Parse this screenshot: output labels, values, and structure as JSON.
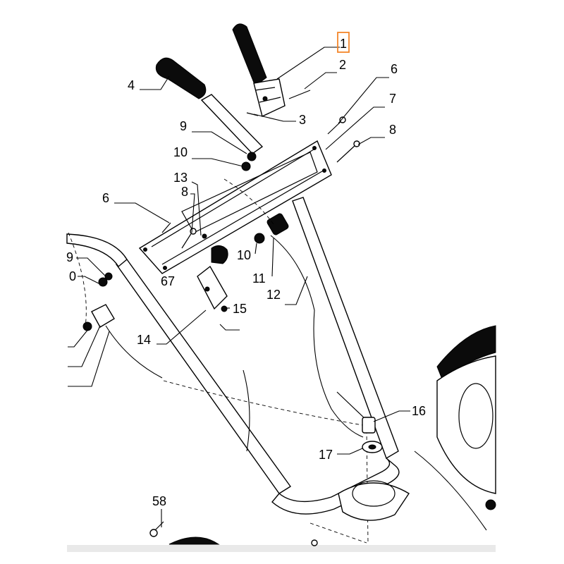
{
  "diagram": {
    "highlight_color": "#f4862a",
    "labels": [
      {
        "id": "p1",
        "text": "1",
        "highlighted": true
      },
      {
        "id": "p2",
        "text": "2"
      },
      {
        "id": "p3",
        "text": "3"
      },
      {
        "id": "p4",
        "text": "4"
      },
      {
        "id": "p6a",
        "text": "6"
      },
      {
        "id": "p7",
        "text": "7"
      },
      {
        "id": "p8a",
        "text": "8"
      },
      {
        "id": "p9a",
        "text": "9"
      },
      {
        "id": "p10a",
        "text": "10"
      },
      {
        "id": "p13",
        "text": "13"
      },
      {
        "id": "p8b",
        "text": "8"
      },
      {
        "id": "p6b",
        "text": "6"
      },
      {
        "id": "p9b",
        "text": "9"
      },
      {
        "id": "p0",
        "text": "0"
      },
      {
        "id": "p10b",
        "text": "10"
      },
      {
        "id": "p67",
        "text": "67"
      },
      {
        "id": "p11",
        "text": "11"
      },
      {
        "id": "p12",
        "text": "12"
      },
      {
        "id": "p15",
        "text": "15"
      },
      {
        "id": "p14",
        "text": "14"
      },
      {
        "id": "p16",
        "text": "16"
      },
      {
        "id": "p17",
        "text": "17"
      },
      {
        "id": "p58",
        "text": "58"
      }
    ]
  }
}
